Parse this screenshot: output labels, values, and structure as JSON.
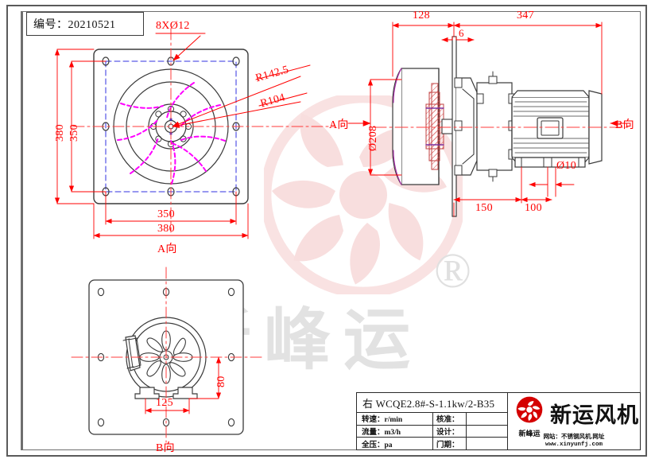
{
  "sheet": {
    "code_label": "编号：20210521"
  },
  "views": {
    "front": {
      "name": "A向",
      "caption": "A向",
      "hole_note": "8XØ12",
      "radius_outer": "R142.5",
      "radius_inner": "R104",
      "dim_outer_v": "380",
      "dim_inner_v": "350",
      "dim_inner_h": "350",
      "dim_outer_h": "380",
      "direction_marker": "A向→"
    },
    "side": {
      "name": "B向",
      "dim_128": "128",
      "dim_347": "347",
      "dim_6": "6",
      "dim_150": "150",
      "dim_100": "100",
      "dia_208": "Ø208",
      "dia_10": "Ø10",
      "direction_marker": "←B向"
    },
    "bottom": {
      "name": "B向",
      "caption": "B向",
      "dim_125": "125",
      "dim_80": "80"
    }
  },
  "titleblock": {
    "model": "右  WCQE2.8#-S-1.1kw/2-B35",
    "rows": [
      {
        "left": "转速：r/min",
        "right": "核准：",
        "left_value": "",
        "right_value": ""
      },
      {
        "left": "流量：m3/h",
        "right": "设计：",
        "left_value": "",
        "right_value": ""
      },
      {
        "left": "全压：pa",
        "right": "门期：",
        "left_value": "",
        "right_value": ""
      }
    ],
    "brand": {
      "logo_sub": "新峰运",
      "company": "新运风机",
      "web_line1": "网站：不锈钢风机.网址",
      "web_line2": "www.xinyunfj.com"
    }
  },
  "watermark": {
    "text": "新峰运",
    "registered": "®"
  },
  "colors": {
    "dimension_red": "#ff0000",
    "blade_magenta": "#ff00ff",
    "centerline_red": "#ff3b3b",
    "bolt_circle_blue": "#3030e0",
    "outline_black": "#3a3a3a",
    "watermark_pink": "#f8dede",
    "watermark_gray": "#e2e2e2"
  }
}
